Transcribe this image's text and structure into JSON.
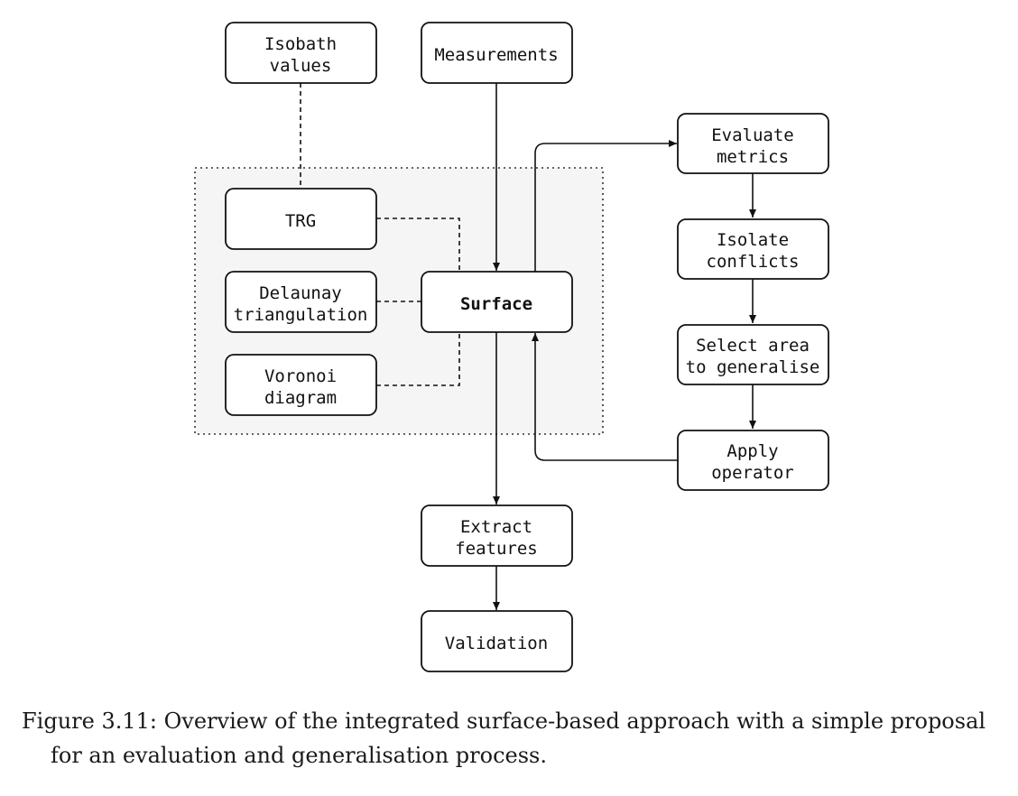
{
  "diagram": {
    "nodes": {
      "isobath": [
        "Isobath",
        "values"
      ],
      "measurements": [
        "Measurements"
      ],
      "trg": [
        "TRG"
      ],
      "delaunay": [
        "Delaunay",
        "triangulation"
      ],
      "voronoi": [
        "Voronoi",
        "diagram"
      ],
      "surface": [
        "Surface"
      ],
      "evaluate": [
        "Evaluate",
        "metrics"
      ],
      "isolate": [
        "Isolate",
        "conflicts"
      ],
      "select": [
        "Select area",
        "to generalise"
      ],
      "apply": [
        "Apply",
        "operator"
      ],
      "extract": [
        "Extract",
        "features"
      ],
      "validation": [
        "Validation"
      ]
    }
  },
  "caption": {
    "line1": "Figure 3.11: Overview of the integrated surface-based approach with a simple proposal",
    "line2": "for an evaluation and generalisation process."
  }
}
